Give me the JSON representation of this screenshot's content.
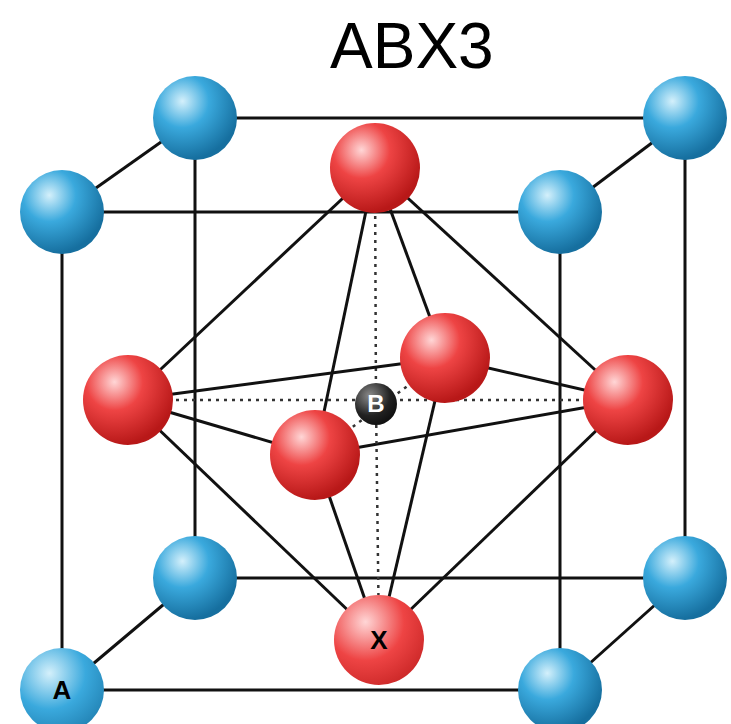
{
  "diagram": {
    "title": "ABX3",
    "nodes": [
      {
        "text": [
          "B"
        ]
      },
      {
        "text": [
          "X"
        ]
      },
      {
        "text": [
          "A"
        ]
      }
    ],
    "edges": [
      {
        "from": 0,
        "to": 1,
        "arrow": "none"
      }
    ]
  }
}
